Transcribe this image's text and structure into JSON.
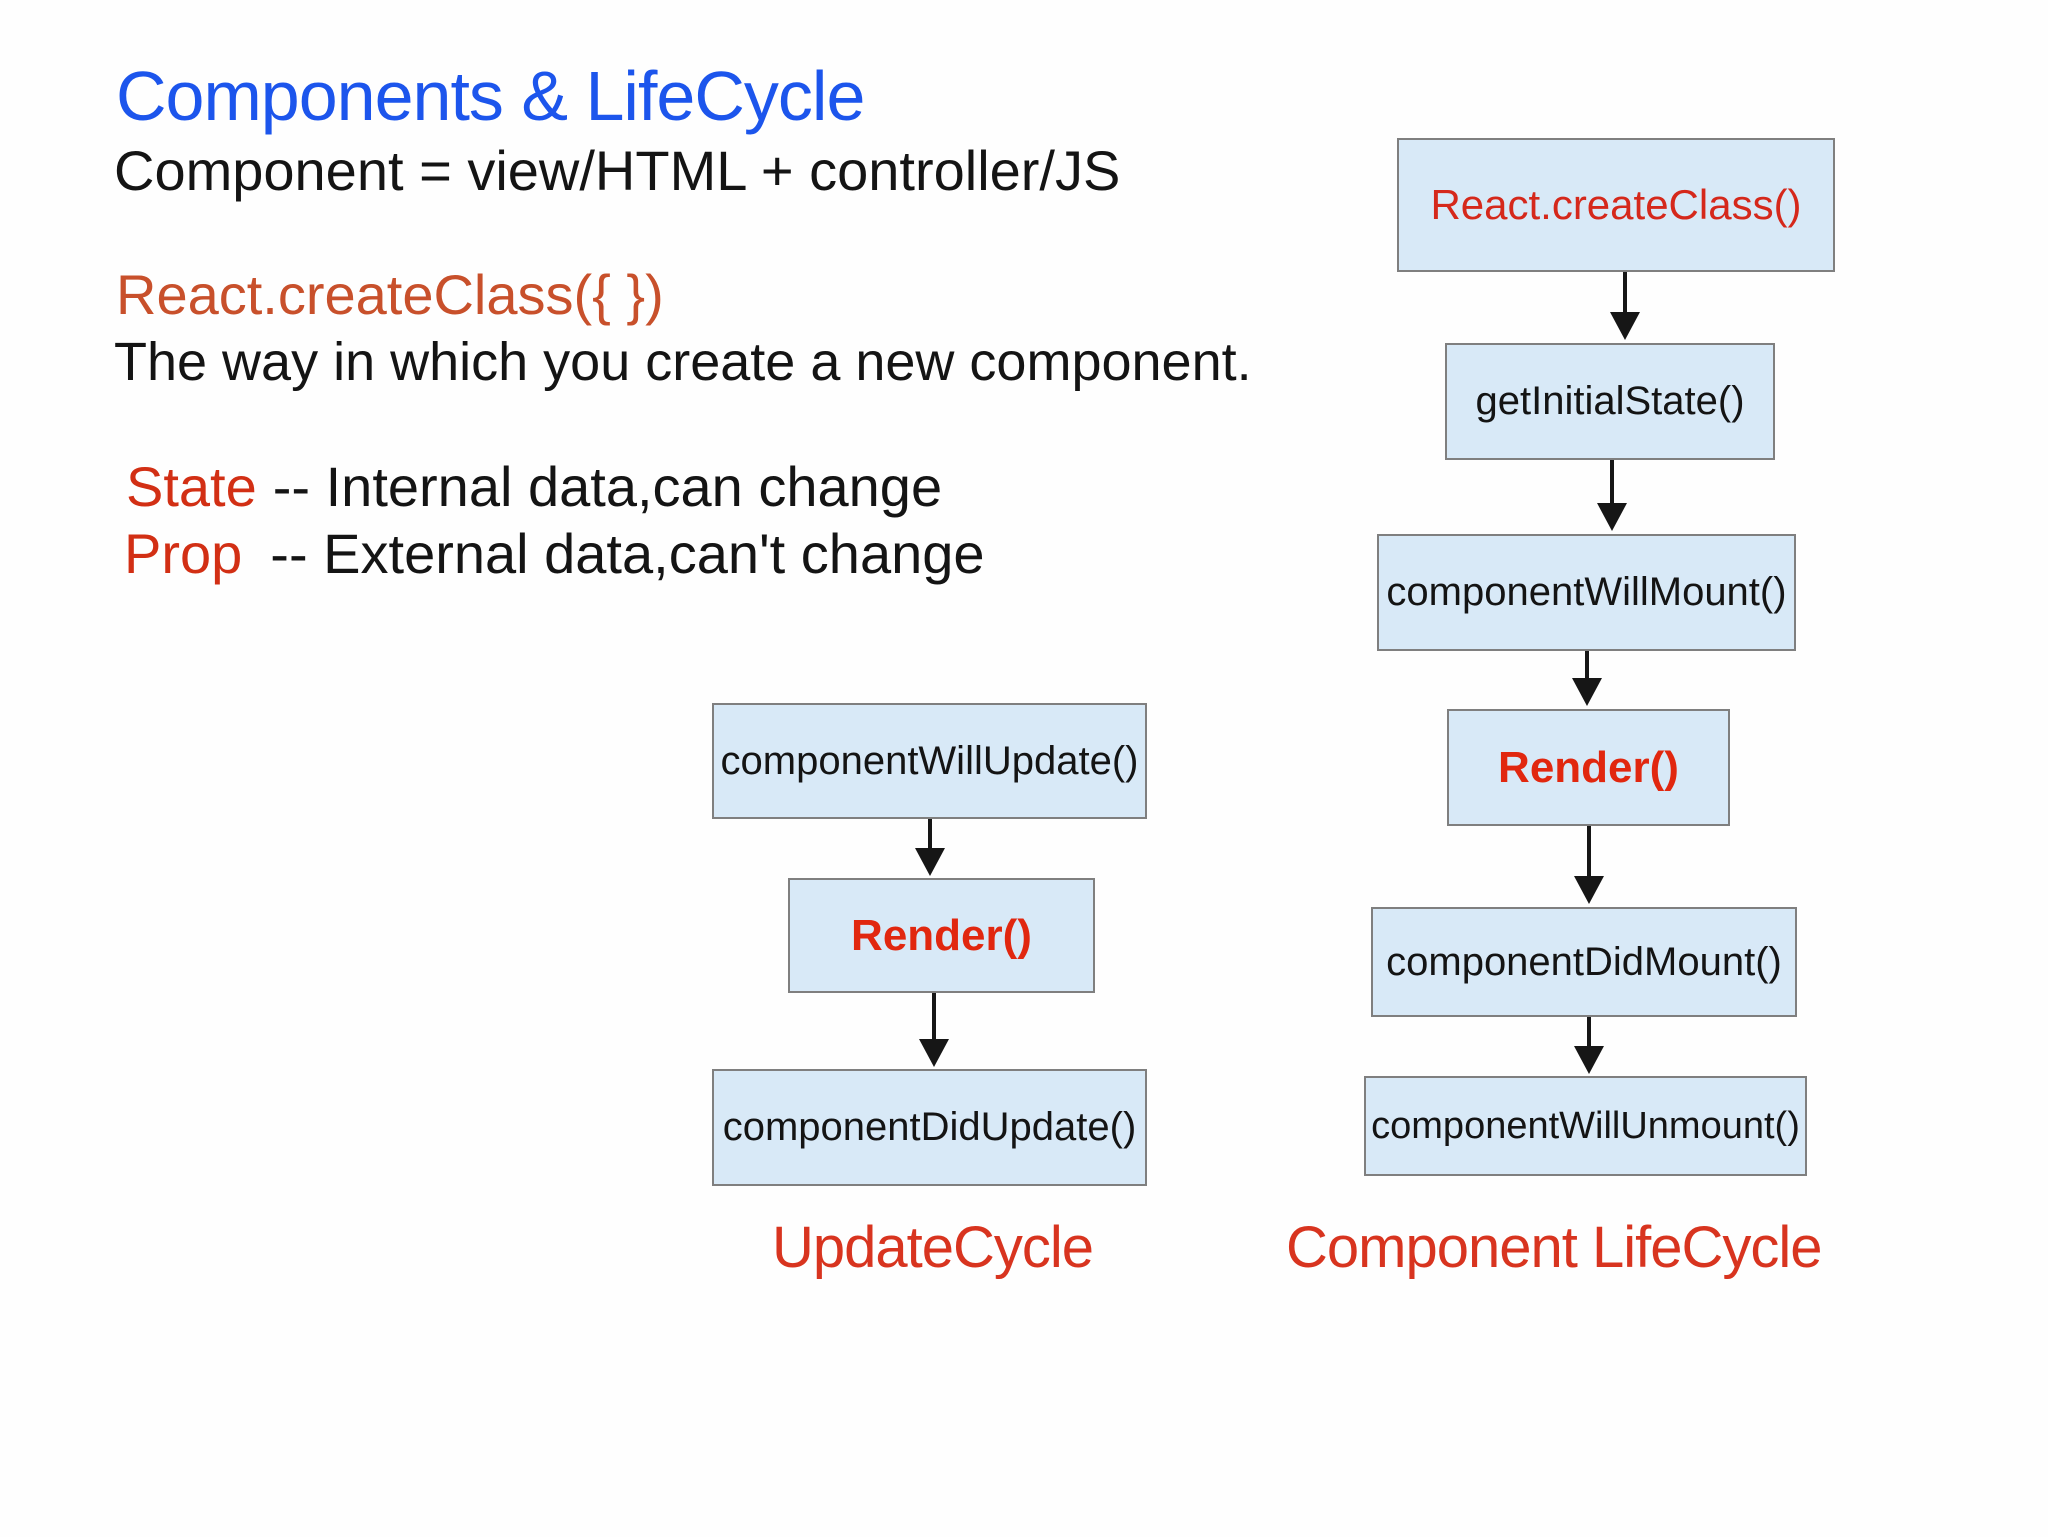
{
  "header": {
    "title": "Components & LifeCycle",
    "subtitle": "Component = view/HTML + controller/JS"
  },
  "intro": {
    "code": "React.createClass({ })",
    "description": "The way in which you create a new component."
  },
  "definitions": [
    {
      "term": "State",
      "text": "-- Internal data,can change"
    },
    {
      "term": "Prop",
      "text": "-- External data,can't change"
    }
  ],
  "update_cycle": {
    "caption": "UpdateCycle",
    "nodes": [
      {
        "label": "componentWillUpdate()",
        "style": "plain"
      },
      {
        "label": "Render()",
        "style": "emphasis"
      },
      {
        "label": "componentDidUpdate()",
        "style": "plain"
      }
    ]
  },
  "component_lifecycle": {
    "caption": "Component LifeCycle",
    "nodes": [
      {
        "label": "React.createClass()",
        "style": "red"
      },
      {
        "label": "getInitialState()",
        "style": "plain"
      },
      {
        "label": "componentWillMount()",
        "style": "plain"
      },
      {
        "label": "Render()",
        "style": "emphasis"
      },
      {
        "label": "componentDidMount()",
        "style": "plain"
      },
      {
        "label": "componentWillUnmount()",
        "style": "plain"
      }
    ]
  },
  "colors": {
    "title_blue": "#1c55ec",
    "body_black": "#141414",
    "code_orange": "#c8502b",
    "term_red": "#d22f14",
    "node_fill": "#d8e9f7",
    "node_border": "#7f7f7f",
    "node_red_text": "#d5281b",
    "render_red": "#e1270f",
    "caption_red": "#d8341f",
    "background": "#fefefe"
  }
}
